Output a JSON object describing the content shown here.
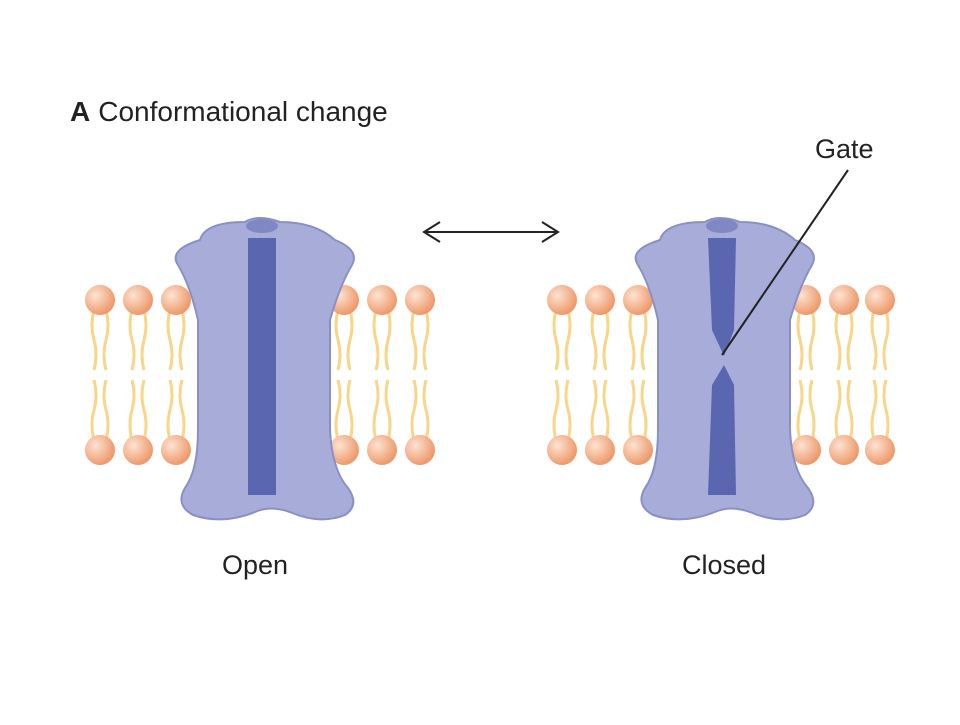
{
  "title": {
    "letter": "A",
    "text": "Conformational change"
  },
  "labels": {
    "open": "Open",
    "closed": "Closed",
    "gate": "Gate"
  },
  "icons": {
    "transition": "double-arrow-icon"
  },
  "colors": {
    "protein": "#a7acd8",
    "protein_edge": "#8a90c6",
    "pore": "#5a66b0",
    "lipid_head": "#f2a982",
    "lipid_tail": "#f7d68a",
    "line": "#222222"
  }
}
